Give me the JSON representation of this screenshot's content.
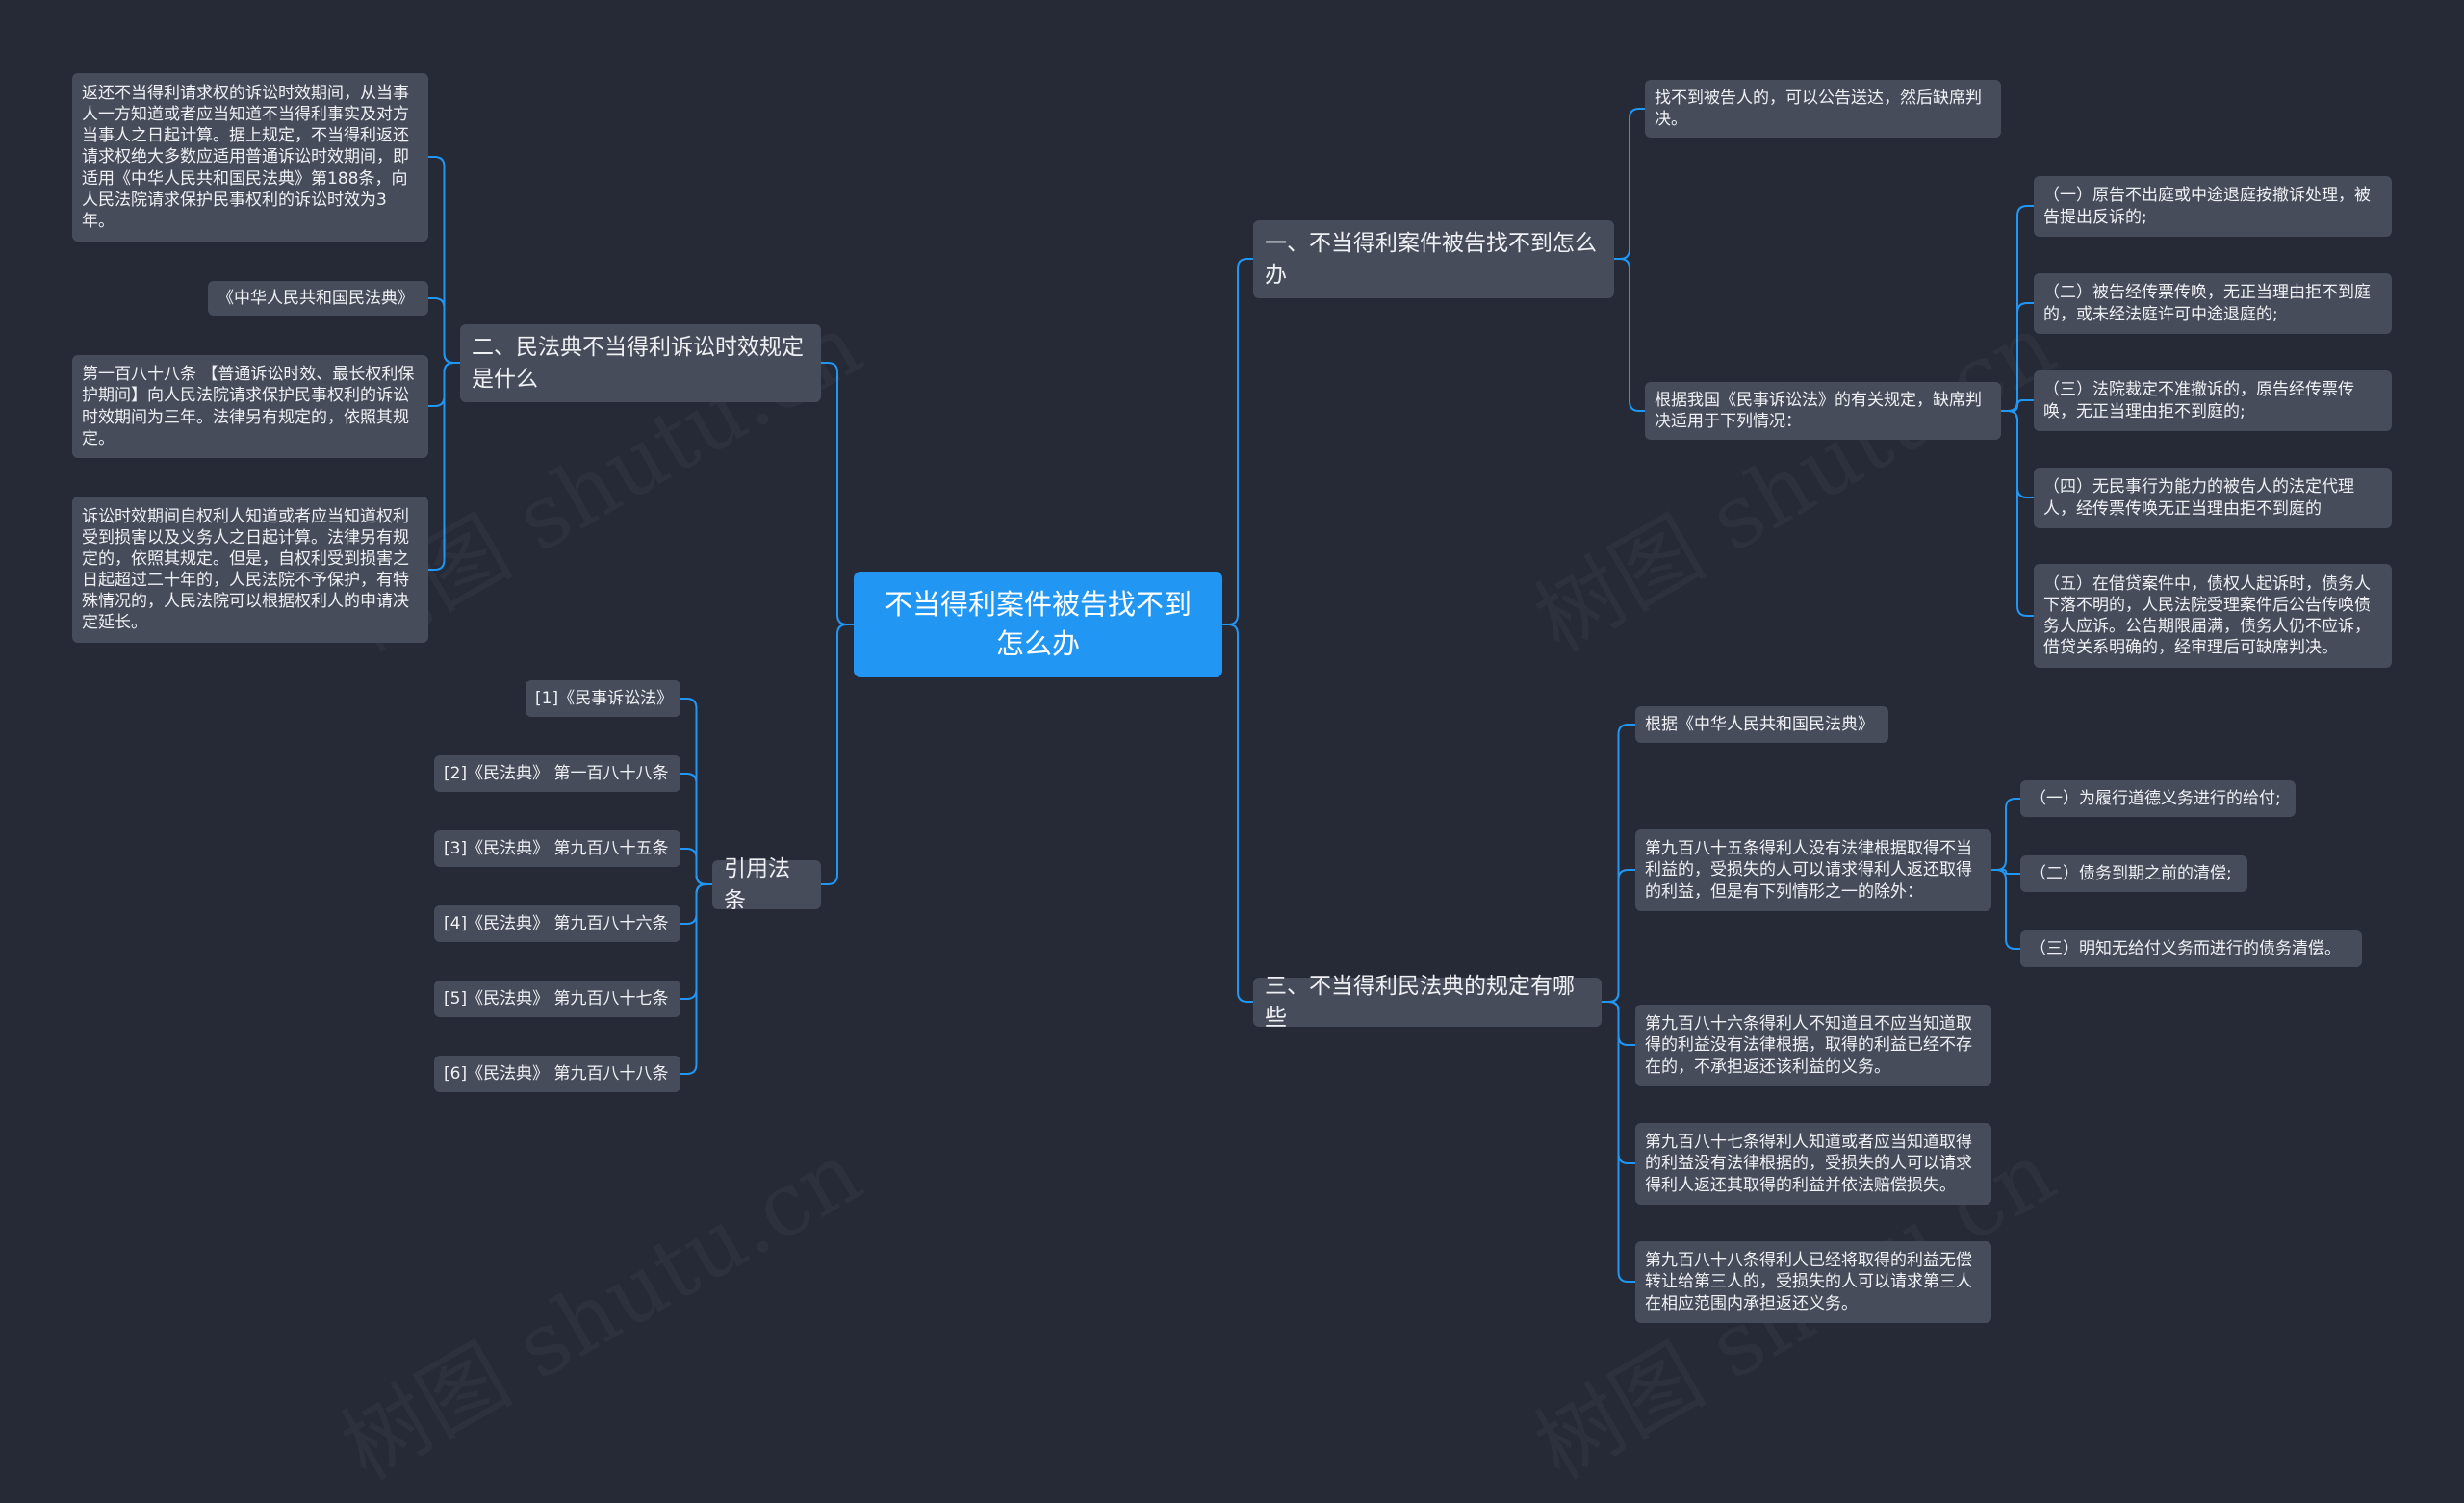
{
  "root": {
    "label": "不当得利案件被告找不到怎么办"
  },
  "branches": {
    "b1": {
      "label": "一、不当得利案件被告找不到怎么办",
      "children": {
        "c1": "找不到被告人的，可以公告送达，然后缺席判决。",
        "c2": "根据我国《民事诉讼法》的有关规定，缺席判决适用于下列情况：",
        "c2_items": [
          "（一）原告不出庭或中途退庭按撤诉处理，被告提出反诉的;",
          "（二）被告经传票传唤，无正当理由拒不到庭的，或未经法庭许可中途退庭的;",
          "（三）法院裁定不准撤诉的，原告经传票传唤，无正当理由拒不到庭的;",
          "（四）无民事行为能力的被告人的法定代理人，经传票传唤无正当理由拒不到庭的",
          "（五）在借贷案件中，债权人起诉时，债务人下落不明的，人民法院受理案件后公告传唤债务人应诉。公告期限届满，债务人仍不应诉，借贷关系明确的，经审理后可缺席判决。"
        ]
      }
    },
    "b2": {
      "label": "二、民法典不当得利诉讼时效规定是什么",
      "children": [
        "返还不当得利请求权的诉讼时效期间，从当事人一方知道或者应当知道不当得利事实及对方当事人之日起计算。据上规定，不当得利返还请求权绝大多数应适用普通诉讼时效期间，即适用《中华人民共和国民法典》第188条，向人民法院请求保护民事权利的诉讼时效为3年。",
        "《中华人民共和国民法典》",
        "第一百八十八条 【普通诉讼时效、最长权利保护期间】向人民法院请求保护民事权利的诉讼时效期间为三年。法律另有规定的，依照其规定。",
        "诉讼时效期间自权利人知道或者应当知道权利受到损害以及义务人之日起计算。法律另有规定的，依照其规定。但是，自权利受到损害之日起超过二十年的，人民法院不予保护，有特殊情况的，人民法院可以根据权利人的申请决定延长。"
      ]
    },
    "b3": {
      "label": "三、不当得利民法典的规定有哪些",
      "children": {
        "c1": "根据《中华人民共和国民法典》",
        "c2": "第九百八十五条得利人没有法律根据取得不当利益的，受损失的人可以请求得利人返还取得的利益，但是有下列情形之一的除外：",
        "c2_items": [
          "（一）为履行道德义务进行的给付;",
          "（二）债务到期之前的清偿;",
          "（三）明知无给付义务而进行的债务清偿。"
        ],
        "c3": "第九百八十六条得利人不知道且不应当知道取得的利益没有法律根据，取得的利益已经不存在的，不承担返还该利益的义务。",
        "c4": "第九百八十七条得利人知道或者应当知道取得的利益没有法律根据的，受损失的人可以请求得利人返还其取得的利益并依法赔偿损失。",
        "c5": "第九百八十八条得利人已经将取得的利益无偿转让给第三人的，受损失的人可以请求第三人在相应范围内承担返还义务。"
      }
    },
    "b4": {
      "label": "引用法条",
      "children": [
        "[1]《民事诉讼法》",
        "[2]《民法典》 第一百八十八条",
        "[3]《民法典》 第九百八十五条",
        "[4]《民法典》 第九百八十六条",
        "[5]《民法典》 第九百八十七条",
        "[6]《民法典》 第九百八十八条"
      ]
    }
  },
  "watermark": "树图 shutu.cn",
  "colors": {
    "background": "#262a36",
    "node": "#474c5a",
    "root": "#2196f3",
    "line": "#2196f3",
    "text": "#eef0f4"
  }
}
